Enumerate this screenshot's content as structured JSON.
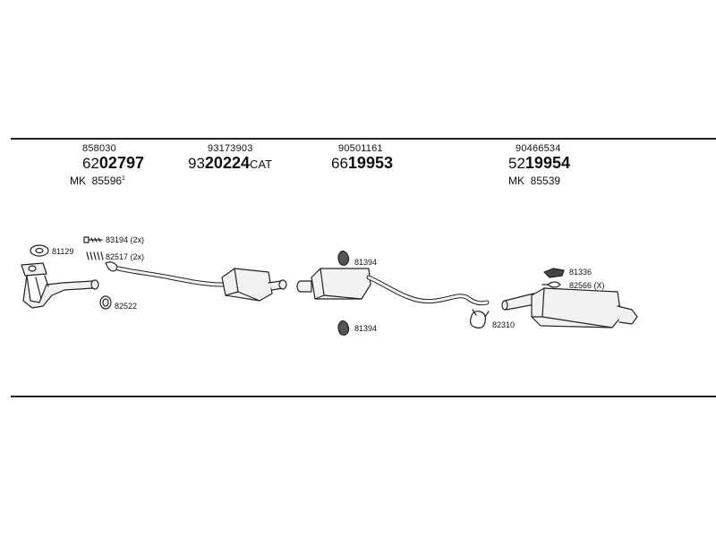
{
  "columns": [
    {
      "oe_number": "858030",
      "part_prefix": "62",
      "part_main": "02797",
      "part_suffix": "",
      "mk_label": "MK",
      "mk_number": "85596",
      "mk_superscript": "1"
    },
    {
      "oe_number": "93173903",
      "part_prefix": "93",
      "part_main": "20224",
      "part_suffix": "CAT",
      "mk_label": "",
      "mk_number": "",
      "mk_superscript": ""
    },
    {
      "oe_number": "90501161",
      "part_prefix": "66",
      "part_main": "19953",
      "part_suffix": "",
      "mk_label": "",
      "mk_number": "",
      "mk_superscript": ""
    },
    {
      "oe_number": "90466534",
      "part_prefix": "52",
      "part_main": "19954",
      "part_suffix": "",
      "mk_label": "MK",
      "mk_number": "85539",
      "mk_superscript": ""
    }
  ],
  "labels": {
    "gasket_81129": "81129",
    "bolt_83194": "83194 (2x)",
    "spring_82517": "82517 (2x)",
    "ring_82522": "82522",
    "hanger_81394_top": "81394",
    "hanger_81394_bottom": "81394",
    "clamp_82310": "82310",
    "hanger_81336": "81336",
    "rubber_82566": "82566 (X)"
  }
}
